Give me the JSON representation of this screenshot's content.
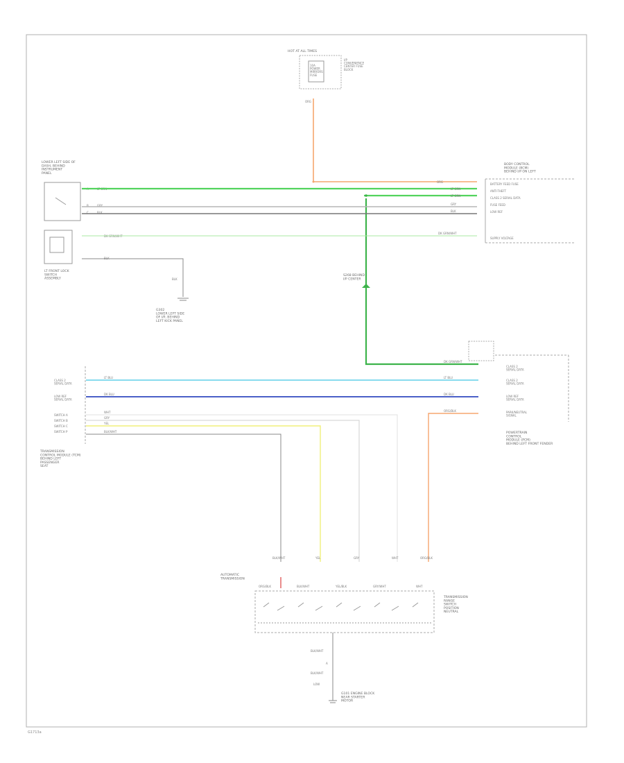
{
  "diagram": {
    "figure_code": "G1713a",
    "top_fuse": {
      "label": "HOT AT ALL TIMES",
      "fuse_text": "10A\nPOWER\nMIRRORS\nFUSE",
      "panel_text": "I/P\nCONVENIENCE\nCENTER FUSE\nBLOCK",
      "wire": "ORG"
    },
    "left_upper_module": {
      "title": "LOWER LEFT SIDE OF\nDASH, BEHIND\nINSTRUMENT\nPANEL",
      "pin_labels": [
        "A",
        "B",
        "C"
      ],
      "wire_labels": [
        "LT GRN",
        "GRY",
        "BLK"
      ],
      "lower_wire": "DK GRN/WHT",
      "lower2_wire": "BLK"
    },
    "left_lower_module": {
      "title": "LT FRONT LOCK\nSWITCH\nASSEMBLY",
      "wire": "BLK"
    },
    "ground": {
      "label": "G302\nLOWER LEFT SIDE\nOF I/P, BEHIND\nLEFT KICK PANEL",
      "wire": "BLK"
    },
    "splice": {
      "label": "S268 BEHIND\nI/P CENTER"
    },
    "right_upper_module": {
      "title": "BODY CONTROL\nMODULE (BCM)\nBEHIND I/P ON LEFT",
      "pins": [
        {
          "circuit": "BATTERY FEED FUSE",
          "wire": "ORG"
        },
        {
          "circuit": "ANTI-THEFT",
          "wire": "LT GRN"
        },
        {
          "circuit": "CLASS 2 SERIAL DATA",
          "wire": "LT GRN"
        },
        {
          "circuit": "FUSE FEED",
          "wire": "GRY"
        },
        {
          "circuit": "LOW REF",
          "wire": "BLK"
        },
        {
          "circuit": "SUPPLY VOLTAGE",
          "wire": "DK GRN/WHT"
        }
      ]
    },
    "right_lower_module": {
      "title": "POWERTRAIN\nCONTROL\nMODULE (PCM)\nBEHIND LEFT FRONT FENDER",
      "pins": [
        {
          "circuit": "CLASS 2\nSERIAL DATA",
          "wire": "DK GRN/WHT"
        },
        {
          "circuit": "CLASS 2\nSERIAL DATA",
          "wire": "LT BLU"
        },
        {
          "circuit": "LOW REF\nSERIAL DATA",
          "wire": "DK BLU"
        },
        {
          "circuit": "PARK/NEUTRAL\nSIGNAL",
          "wire": "ORG/BLK"
        }
      ]
    },
    "left_mid_module": {
      "title": "TRANSMISSION\nCONTROL MODULE (TCM)\nBEHIND LEFT\nPASSENGER\nSEAT",
      "pins": [
        {
          "circuit": "CLASS 2\nSERIAL DATA",
          "wire": "LT BLU"
        },
        {
          "circuit": "LOW REF\nSERIAL DATA",
          "wire": "DK BLU"
        },
        {
          "circuit": "SWITCH A",
          "wire": "WHT"
        },
        {
          "circuit": "SWITCH B",
          "wire": "GRY"
        },
        {
          "circuit": "SWITCH C",
          "wire": "YEL"
        },
        {
          "circuit": "SWITCH P",
          "wire": "BLK/WHT"
        }
      ]
    },
    "bottom_module": {
      "title": "AUTOMATIC\nTRANSMISSION",
      "right_title": "TRANSMISSION\nRANGE\nSWITCH\nPOSITION\nNEUTRAL",
      "top_wires": [
        "BLK/WHT",
        "YEL",
        "GRY",
        "WHT",
        "ORG/BLK"
      ],
      "inner_labels": [
        "ORG/BLK",
        "BLK/WHT",
        "YEL/BLK",
        "GRY/WHT",
        "WHT"
      ],
      "bottom_wires": [
        "BLK/WHT",
        "A",
        "BLK/WHT",
        "LOW"
      ],
      "ground_label": "G101 ENGINE BLOCK\nNEAR STARTER\nMOTOR"
    }
  }
}
